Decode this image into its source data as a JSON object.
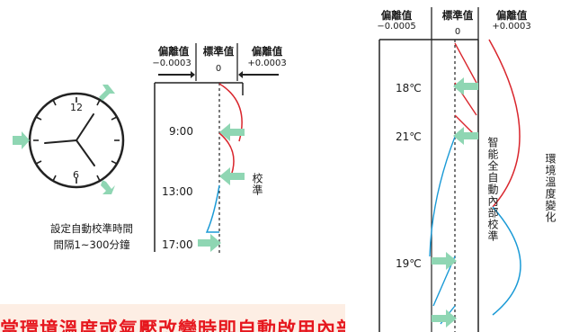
{
  "clock_section": {
    "numbers": {
      "twelve": "12",
      "six": "6"
    },
    "note_line1": "設定自動校準時間",
    "note_line2": "間隔1~300分鐘"
  },
  "left_diagram": {
    "header": {
      "minus": {
        "title": "偏離值",
        "value": "−0.0003"
      },
      "standard": {
        "title": "標準值",
        "value": "0"
      },
      "plus": {
        "title": "偏離值",
        "value": "+0.0003"
      }
    },
    "times": [
      "9:00",
      "13:00",
      "17:00"
    ],
    "calibrate_label": "校準"
  },
  "right_diagram": {
    "header": {
      "minus": {
        "title": "偏離值",
        "value": "−0.0005"
      },
      "standard": {
        "title": "標準值",
        "value": "0"
      },
      "plus": {
        "title": "偏離值",
        "value": "+0.0003"
      }
    },
    "temps": [
      "18℃",
      "21℃",
      "19℃"
    ],
    "internal_calibration": "智能全自動內部校準",
    "env_change": "環境溫度變化"
  },
  "banner": {
    "text": "當環境溫度或氣壓改變時即自動啟用內部校準"
  },
  "colors": {
    "red_curve": "#d9262d",
    "blue_curve": "#1a9ad6",
    "arrow": "#8fd6b3",
    "banner_text": "#e6171e",
    "banner_bg": "#fdeee4"
  }
}
